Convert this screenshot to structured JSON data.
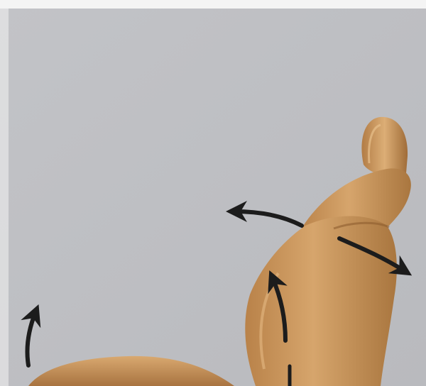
{
  "image": {
    "subject": "car-seat-with-adjustment-arrows",
    "colors": {
      "background": "#bebfc3",
      "background_light": "#c9cacd",
      "top_border": "#f4f4f4",
      "upholstery": "#c9955f",
      "upholstery_light": "#ddb07a",
      "upholstery_dark": "#9c6a3a",
      "arrow": "#1c1c1c"
    },
    "arrows": [
      {
        "name": "seat-tilt-arrow-icon",
        "direction": "up"
      },
      {
        "name": "backrest-recline-arrow-icon",
        "direction": "back"
      },
      {
        "name": "backrest-upper-forward-arrow-icon",
        "direction": "forward-down"
      },
      {
        "name": "backrest-height-arrow-icon",
        "direction": "up"
      }
    ]
  }
}
